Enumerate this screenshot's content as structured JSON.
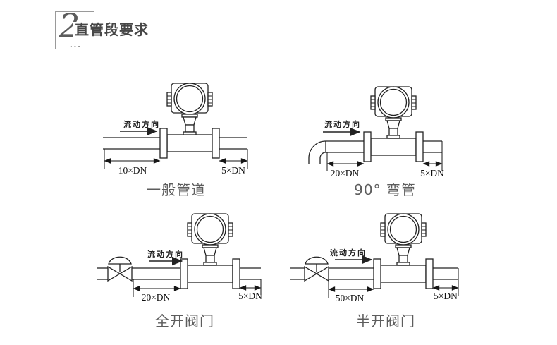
{
  "header": {
    "number": "2",
    "title": "直管段要求",
    "dots": "..."
  },
  "colors": {
    "line": "#232323",
    "caption": "#5d5d5d",
    "title": "#474747",
    "dim_text": "#111111"
  },
  "diagrams": [
    {
      "id": "general-pipe",
      "caption": "一般管道",
      "flow_label": "流动方向",
      "upstream": "10×DN",
      "downstream": "5×DN"
    },
    {
      "id": "elbow-90",
      "caption": "90° 弯管",
      "flow_label": "流动方向",
      "upstream": "20×DN",
      "downstream": "5×DN"
    },
    {
      "id": "valve-full-open",
      "caption": "全开阀门",
      "flow_label": "流动方向",
      "upstream": "20×DN",
      "downstream": "5×DN"
    },
    {
      "id": "valve-half-open",
      "caption": "半开阀门",
      "flow_label": "流动方向",
      "upstream": "50×DN",
      "downstream": "5×DN"
    }
  ]
}
